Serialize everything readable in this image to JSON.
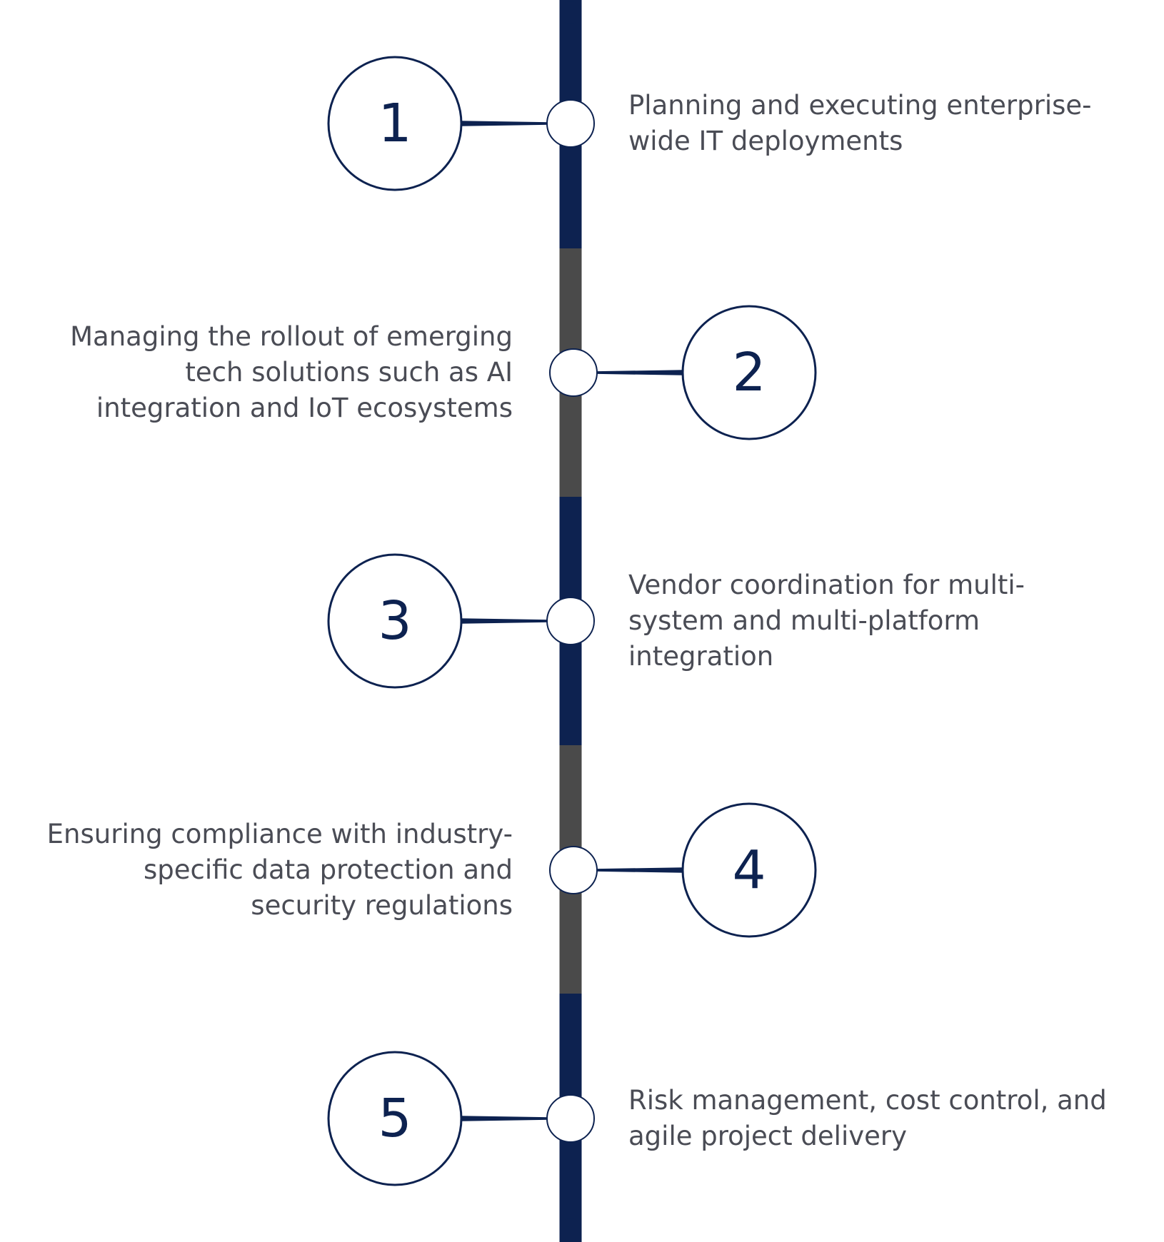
{
  "colors": {
    "navy": "#0d2250",
    "gray": "#4a4a4a",
    "text": "#4a4c55",
    "white": "#ffffff"
  },
  "steps": [
    {
      "number": "1",
      "side": "right",
      "lines": [
        "Planning and executing enterprise-",
        "wide IT deployments"
      ]
    },
    {
      "number": "2",
      "side": "left",
      "lines": [
        "Managing the rollout of emerging",
        "tech solutions such as AI",
        "integration and IoT ecosystems"
      ]
    },
    {
      "number": "3",
      "side": "right",
      "lines": [
        "Vendor coordination for multi-",
        "system and multi-platform",
        "integration"
      ]
    },
    {
      "number": "4",
      "side": "left",
      "lines": [
        "Ensuring compliance with industry-",
        "specific data protection and",
        "security regulations"
      ]
    },
    {
      "number": "5",
      "side": "right",
      "lines": [
        "Risk management, cost control, and",
        "agile project delivery"
      ]
    }
  ]
}
